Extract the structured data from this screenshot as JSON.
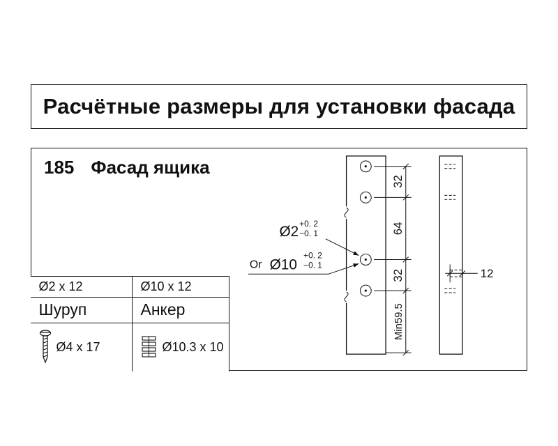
{
  "title": "Расчётные размеры для установки фасада",
  "part": {
    "number": "185",
    "name": "Фасад ящика"
  },
  "dims": {
    "s32a": "32",
    "s64": "64",
    "s32b": "32",
    "min": "Min59.5",
    "depth": "12"
  },
  "callout": {
    "d2": "Ø2",
    "d2_up": "+0. 2",
    "d2_dn": "−0. 1",
    "or": "Or",
    "d10": "Ø10",
    "d10_up": "+0. 2",
    "d10_dn": "−0. 1"
  },
  "table": {
    "size": {
      "col1": "Ø2 x 12",
      "col2": "Ø10 x 12"
    },
    "type": {
      "col1": "Шуруп",
      "col2": "Анкер"
    },
    "fastener": {
      "col1": "Ø4 x 17",
      "col2": "Ø10.3 x 10"
    },
    "icons": {
      "col1": "screw-icon",
      "col2": "anchor-icon"
    }
  },
  "colors": {
    "line": "#111111",
    "background": "#ffffff"
  }
}
